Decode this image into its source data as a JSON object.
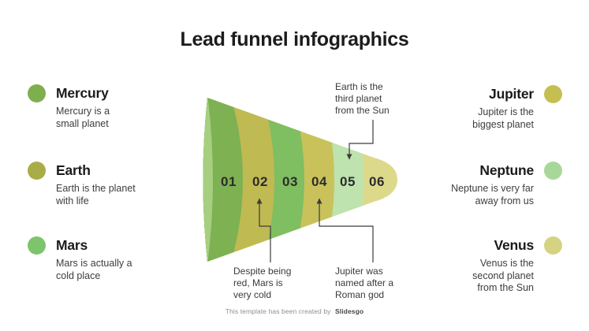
{
  "title": "Lead funnel infographics",
  "left_items": [
    {
      "name": "Mercury",
      "description": "Mercury is a\nsmall planet",
      "color": "#7fae4f"
    },
    {
      "name": "Earth",
      "description": "Earth is the planet\nwith life",
      "color": "#a9ad48"
    },
    {
      "name": "Mars",
      "description": "Mars is actually a\ncold place",
      "color": "#7dc56c"
    }
  ],
  "right_items": [
    {
      "name": "Jupiter",
      "description": "Jupiter is the\nbiggest planet",
      "color": "#c5bf52"
    },
    {
      "name": "Neptune",
      "description": "Neptune is very far\naway from us",
      "color": "#a8d899"
    },
    {
      "name": "Venus",
      "description": "Venus is the\nsecond planet\nfrom the Sun",
      "color": "#d5d383"
    }
  ],
  "funnel": {
    "edge_color": "#a6cf7f",
    "line_color": "#3c3c3c",
    "number_color": "#2c2c2c",
    "segments": [
      {
        "label": "01",
        "color": "#7db152"
      },
      {
        "label": "02",
        "color": "#c0ba52"
      },
      {
        "label": "03",
        "color": "#80be62"
      },
      {
        "label": "04",
        "color": "#c9c25b"
      },
      {
        "label": "05",
        "color": "#bee3ae"
      },
      {
        "label": "06",
        "color": "#dcd98b"
      }
    ]
  },
  "annotations": [
    {
      "text": "Earth is the\nthird planet\nfrom the Sun"
    },
    {
      "text": "Despite being\nred, Mars is\nvery cold"
    },
    {
      "text": "Jupiter was\nnamed after a\nRoman god"
    }
  ],
  "footer": {
    "text": "This template has been created by",
    "brand": "Slidesgo"
  }
}
